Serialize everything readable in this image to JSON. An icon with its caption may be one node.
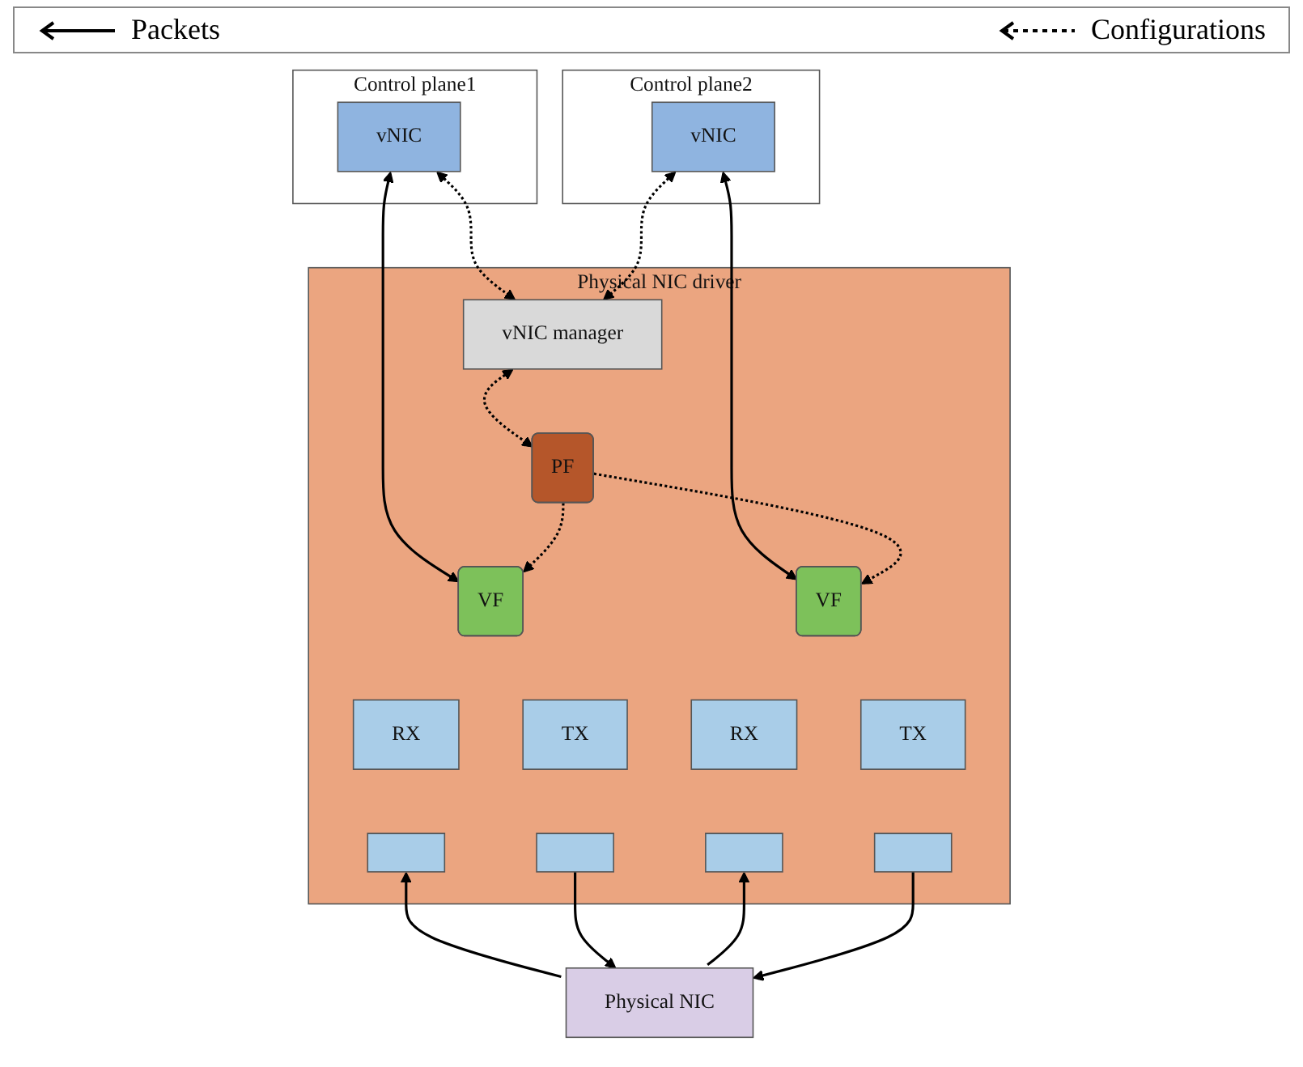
{
  "diagram": {
    "nodes": [
      {
        "text": [
          "Control plane1"
        ]
      },
      {
        "text": [
          "vNIC"
        ],
        "in": 0
      },
      {
        "text": [
          "Control plane2"
        ]
      },
      {
        "text": [
          "vNIC"
        ],
        "in": 2
      },
      {
        "text": [
          "Physical NIC driver"
        ]
      },
      {
        "text": [
          "vNIC manager"
        ],
        "in": 4
      },
      {
        "text": [
          "PF"
        ],
        "in": 4
      },
      {
        "text": [
          "VF"
        ],
        "in": 4
      },
      {
        "text": [
          "RX"
        ],
        "in": 4
      },
      {
        "text": [
          "TX"
        ],
        "in": 4
      },
      {
        "text": [],
        "shape": "box",
        "in": 4
      },
      {
        "text": [],
        "shape": "box",
        "in": 4
      },
      {
        "text": [
          "VF"
        ],
        "in": 4
      },
      {
        "text": [
          "RX"
        ],
        "in": 4
      },
      {
        "text": [
          "TX"
        ],
        "in": 4
      },
      {
        "text": [],
        "shape": "box",
        "in": 4
      },
      {
        "text": [],
        "shape": "box",
        "in": 4
      },
      {
        "text": [
          "Physical NIC"
        ]
      }
    ],
    "edges": [
      {
        "from": 1,
        "to": 7,
        "arrow": "both"
      },
      {
        "from": 3,
        "to": 12,
        "arrow": "both"
      },
      {
        "from": 5,
        "to": 1,
        "arrow": "both",
        "style": "dashed"
      },
      {
        "from": 5,
        "to": 3,
        "arrow": "both",
        "style": "dashed"
      },
      {
        "from": 5,
        "to": 6,
        "arrow": "both",
        "style": "dashed"
      },
      {
        "from": 6,
        "to": 7,
        "arrow": "to",
        "style": "dashed"
      },
      {
        "from": 6,
        "to": 12,
        "arrow": "to",
        "style": "dashed"
      },
      {
        "from": 17,
        "to": 10,
        "arrow": "to"
      },
      {
        "from": 11,
        "to": 17,
        "arrow": "to"
      },
      {
        "from": 17,
        "to": 15,
        "arrow": "to"
      },
      {
        "from": 16,
        "to": 17,
        "arrow": "to"
      }
    ],
    "legend": [
      {
        "text": "Packets"
      },
      {
        "text": "Configurations"
      }
    ]
  }
}
